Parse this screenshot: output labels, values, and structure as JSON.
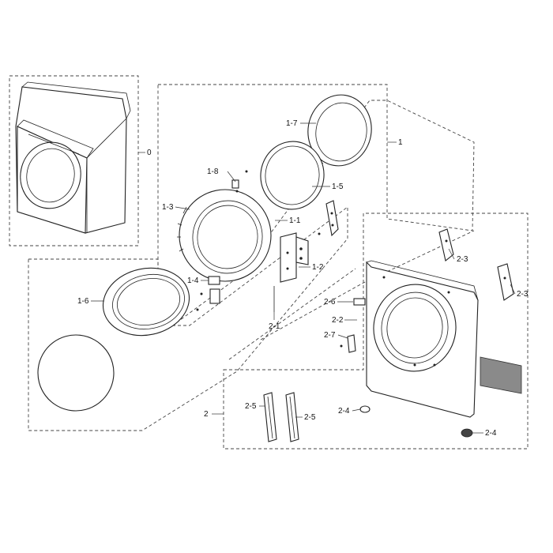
{
  "labels": {
    "l0": "0",
    "l1": "1",
    "l1_1": "1-1",
    "l1_2": "1-2",
    "l1_3": "1-3",
    "l1_4": "1-4",
    "l1_5": "1-5",
    "l1_6": "1-6",
    "l1_7": "1-7",
    "l1_8": "1-8",
    "l2": "2",
    "l2_1": "2-1",
    "l2_2": "2-2",
    "l2_3a": "2-3",
    "l2_3b": "2-3",
    "l2_4a": "2-4",
    "l2_4b": "2-4",
    "l2_5a": "2-5",
    "l2_5b": "2-5",
    "l2_6": "2-6",
    "l2_7": "2-7"
  },
  "colors": {
    "line": "#222222",
    "dashed_outline": "#444444",
    "filter_pad": "#8a8a8a"
  }
}
